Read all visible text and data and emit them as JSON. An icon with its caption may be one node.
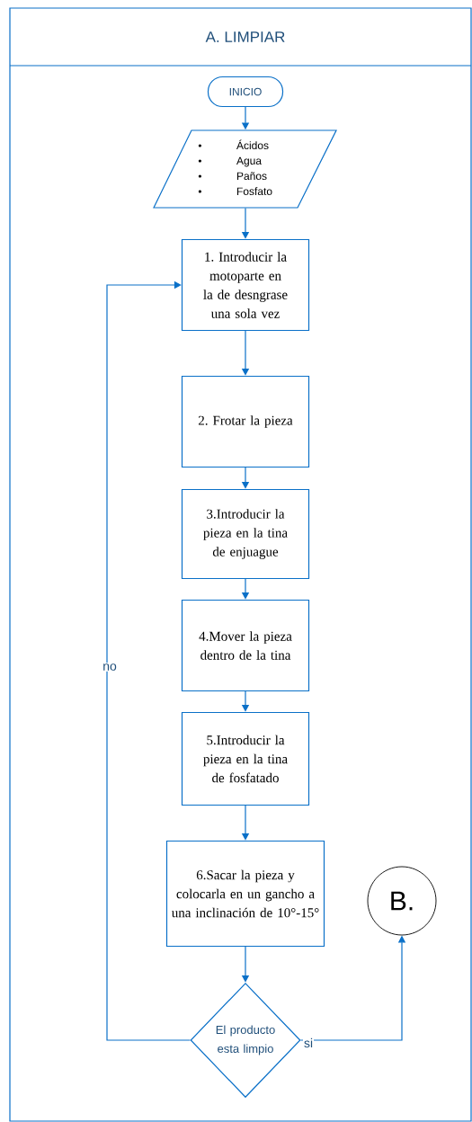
{
  "diagram": {
    "nodes": [
      {
        "text": [
          "A. LIMPIAR"
        ]
      },
      {
        "text": [
          "INICIO"
        ],
        "in": 0
      },
      {
        "text": [
          "Ácidos",
          "Agua",
          "Paños",
          "Fosfato"
        ],
        "in": 0
      },
      {
        "text": [
          "1. Introducir la motoparte en la de desngrase una sola vez"
        ],
        "in": 0
      },
      {
        "text": [
          "2. Frotar la pieza"
        ],
        "in": 0
      },
      {
        "text": [
          "3.Introducir la pieza en la tina de enjuague"
        ],
        "in": 0
      },
      {
        "text": [
          "4.Mover la pieza dentro de la tina"
        ],
        "in": 0
      },
      {
        "text": [
          "5.Introducir la pieza en la tina de fosfatado"
        ],
        "in": 0
      },
      {
        "text": [
          "6.Sacar la pieza y colocarla en un gancho a una inclinación de 10°-15°"
        ],
        "in": 0
      },
      {
        "text": [
          "El producto esta limpio"
        ],
        "in": 0
      },
      {
        "text": [
          "B."
        ],
        "in": 0
      }
    ],
    "edges": [
      {
        "from": 1,
        "to": 2,
        "arrow": "to"
      },
      {
        "from": 2,
        "to": 3,
        "arrow": "to"
      },
      {
        "from": 3,
        "to": 4,
        "arrow": "to"
      },
      {
        "from": 4,
        "to": 5,
        "arrow": "to"
      },
      {
        "from": 5,
        "to": 6,
        "arrow": "to"
      },
      {
        "from": 6,
        "to": 7,
        "arrow": "to"
      },
      {
        "from": 7,
        "to": 8,
        "arrow": "to"
      },
      {
        "from": 8,
        "to": 9,
        "arrow": "to"
      },
      {
        "from": 9,
        "to": 3,
        "arrow": "to",
        "label": "no"
      },
      {
        "from": 9,
        "to": 10,
        "arrow": "to",
        "label": "si"
      }
    ]
  }
}
